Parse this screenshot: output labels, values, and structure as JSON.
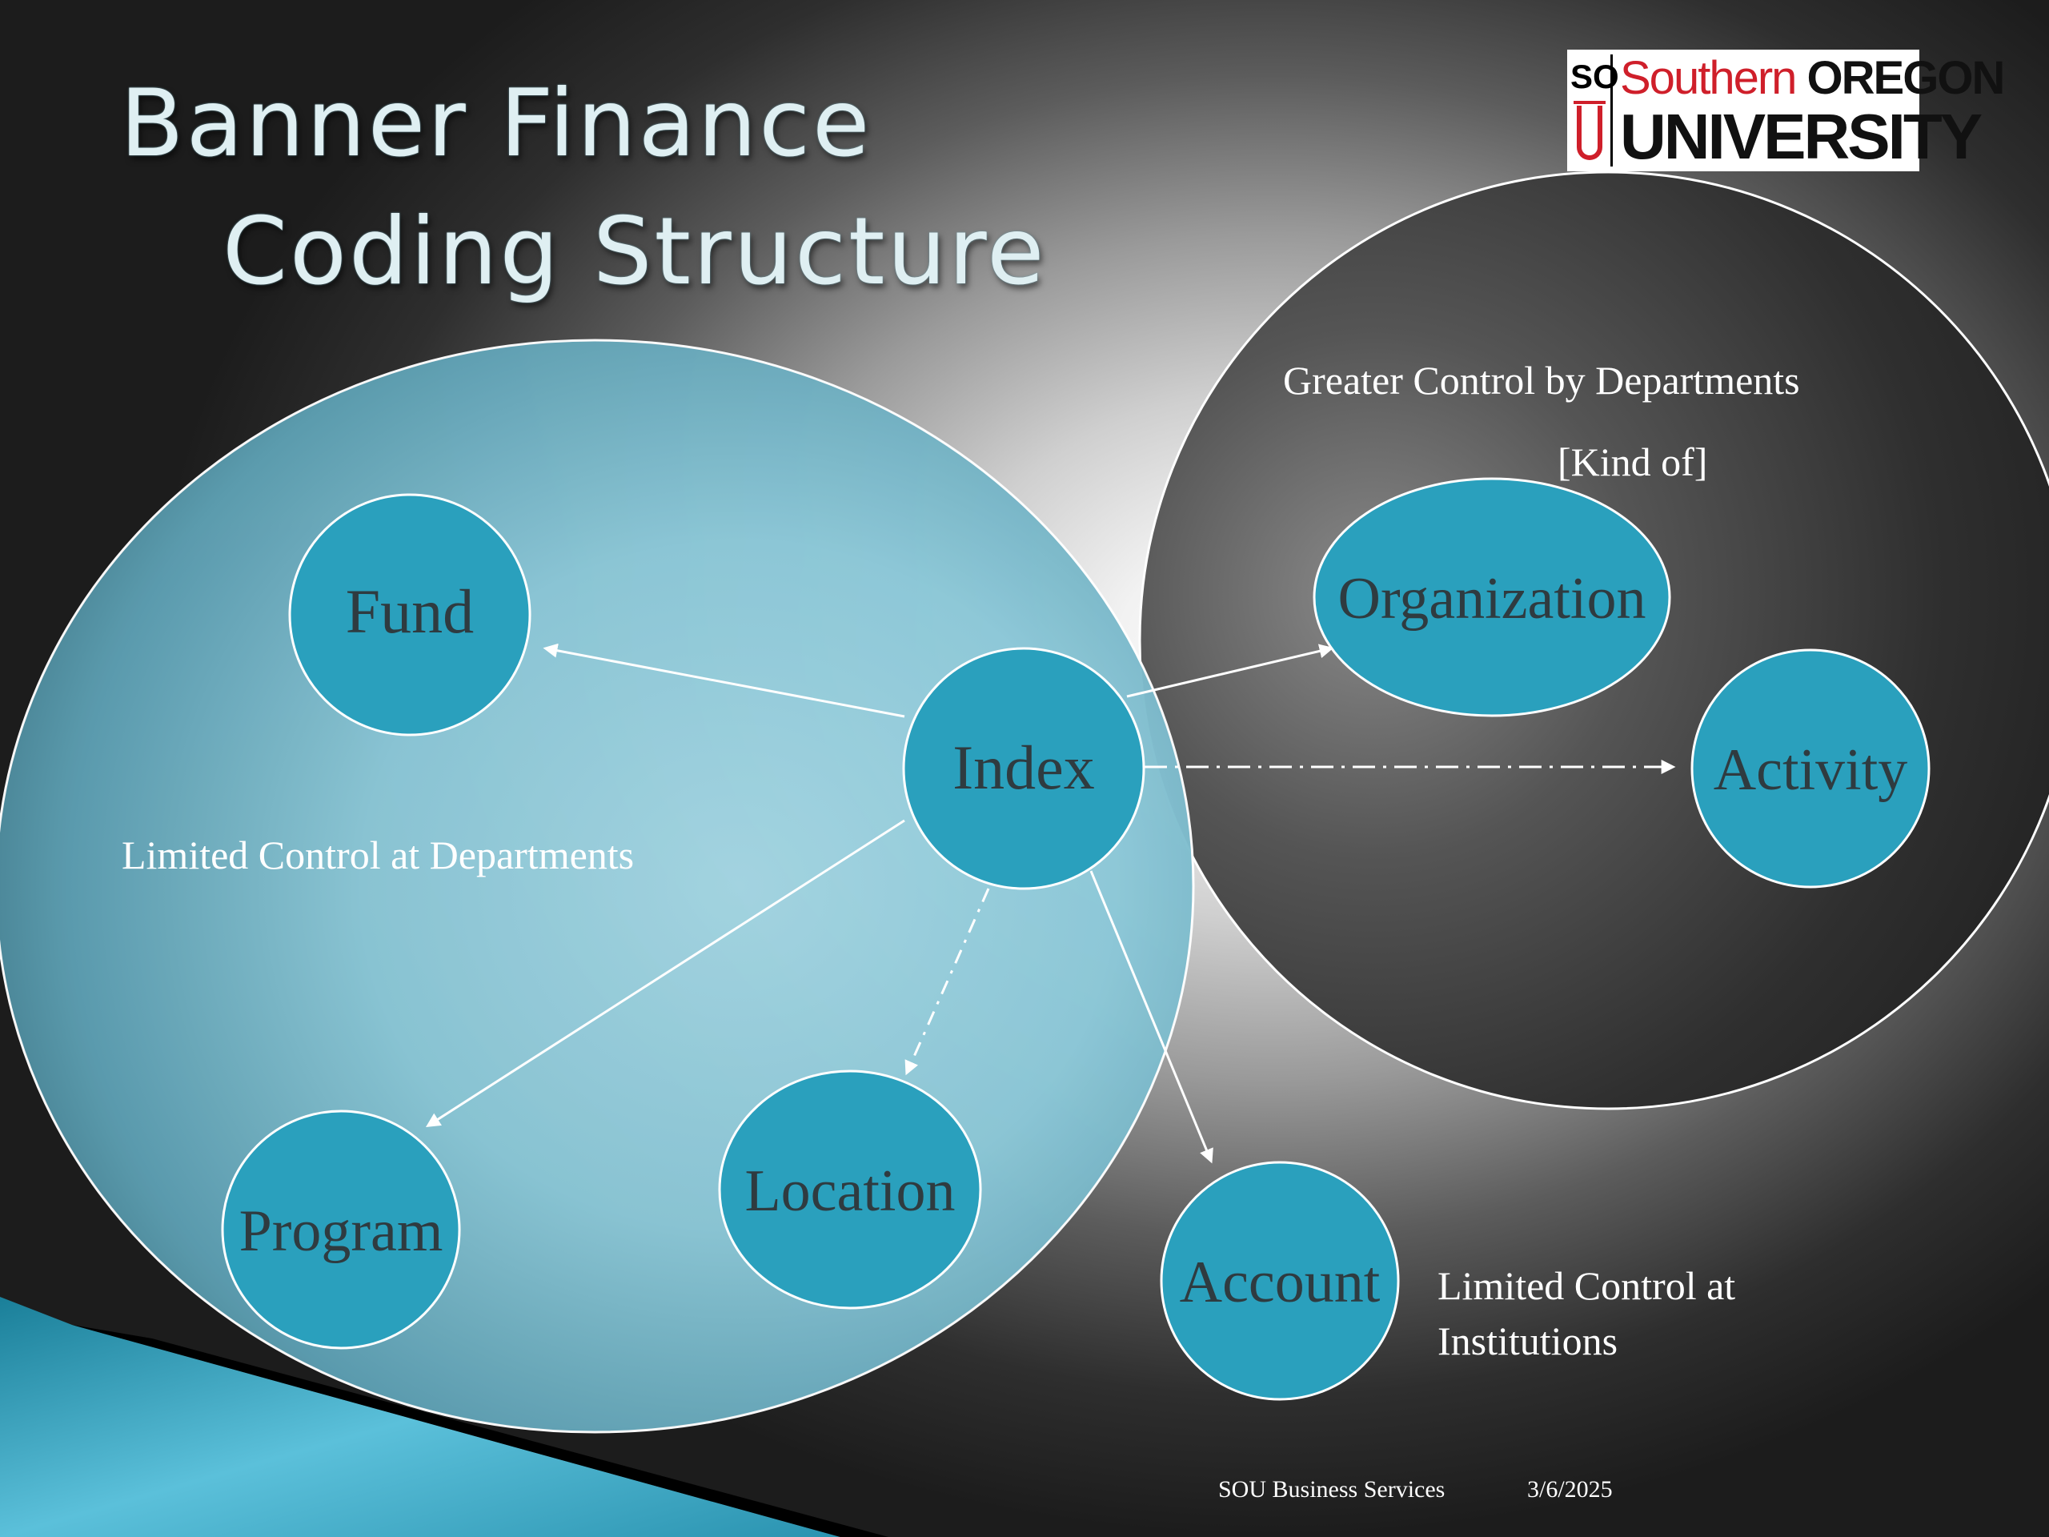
{
  "slide": {
    "title_line1": "Banner Finance",
    "title_line2": "Coding Structure",
    "logo": {
      "so": "SO",
      "southern": "Southern",
      "oregon": "OREGON",
      "university": "UNIVERSITY"
    },
    "footer": {
      "org": "SOU Business Services",
      "date": "3/6/2025"
    }
  },
  "diagram": {
    "regions": {
      "departments_label": "Limited Control at Departments",
      "greater_label_line1": "Greater Control by Departments",
      "greater_label_line2": "[Kind of]",
      "institutions_label_line1": "Limited Control at",
      "institutions_label_line2": "Institutions"
    },
    "nodes": {
      "fund": "Fund",
      "index": "Index",
      "program": "Program",
      "location": "Location",
      "organization": "Organization",
      "activity": "Activity",
      "account": "Account"
    },
    "colors": {
      "node_fill": "#2aa0bd",
      "node_text": "#2f3b40",
      "left_region": "#8cc8d8",
      "right_region": "#2f2f2f"
    }
  }
}
